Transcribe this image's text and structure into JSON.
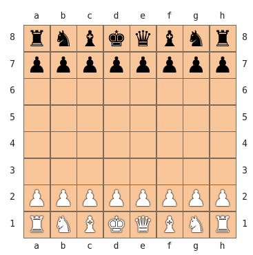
{
  "board": {
    "files": [
      "a",
      "b",
      "c",
      "d",
      "e",
      "f",
      "g",
      "h"
    ],
    "ranks": [
      "8",
      "7",
      "6",
      "5",
      "4",
      "3",
      "2",
      "1"
    ],
    "light_color": "#f9c69a",
    "dark_color": "#f9c69a",
    "pieces": {
      "a8": "r",
      "b8": "n",
      "c8": "b",
      "d8": "k",
      "e8": "q",
      "f8": "b",
      "g8": "n",
      "h8": "r",
      "a7": "p",
      "b7": "p",
      "c7": "p",
      "d7": "p",
      "e7": "p",
      "f7": "p",
      "g7": "p",
      "h7": "p",
      "a2": "P",
      "b2": "P",
      "c2": "P",
      "d2": "P",
      "e2": "P",
      "f2": "P",
      "g2": "P",
      "h2": "P",
      "a1": "R",
      "b1": "N",
      "c1": "B",
      "d1": "K",
      "e1": "Q",
      "f1": "B",
      "g1": "N",
      "h1": "R"
    }
  }
}
